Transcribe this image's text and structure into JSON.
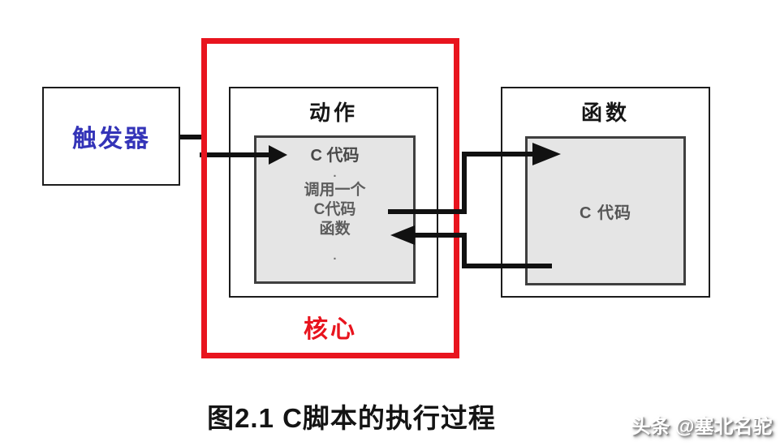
{
  "diagram": {
    "trigger": {
      "label": "触发器"
    },
    "core": {
      "label": "核心"
    },
    "action": {
      "title": "动作",
      "code": {
        "lines": [
          "C 代码",
          ".",
          "调用一个",
          "C代码",
          "函数",
          "."
        ]
      }
    },
    "function": {
      "title": "函数",
      "code_label": "C 代码"
    },
    "connectors": {
      "trigger_to_action": "arrow-right",
      "action_to_function": "arrow-right",
      "function_to_action": "arrow-left"
    }
  },
  "caption": "图2.1 C脚本的执行过程",
  "watermark": "头条 @塞北名驼",
  "colors": {
    "core_border_red": "#e8141e",
    "core_label_red": "#e8141e",
    "trigger_text_blue": "#3434b8",
    "arrow_black": "#111111",
    "code_block_gray": "#e5e5e5",
    "box_border": "#1c1c1c"
  }
}
